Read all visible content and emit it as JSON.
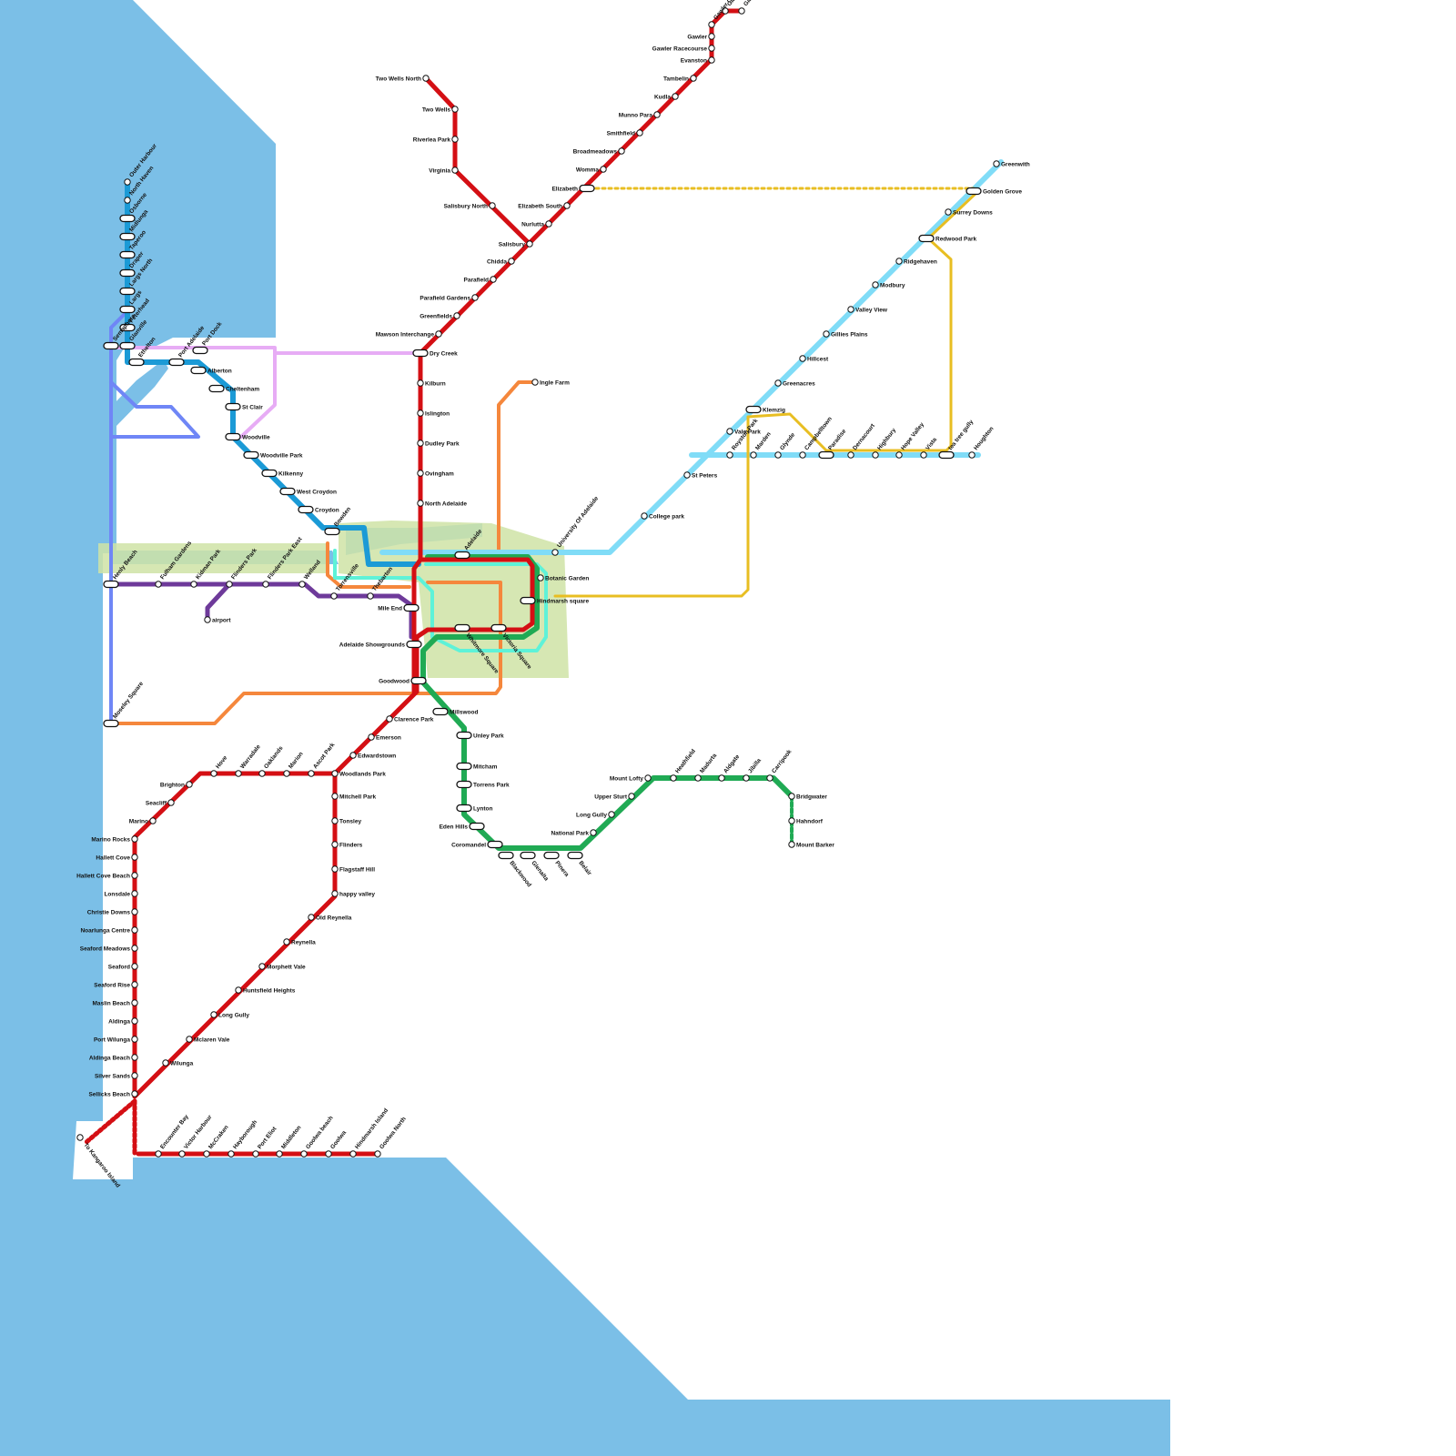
{
  "map": {
    "colors": {
      "water": "#7bbfe7",
      "park": "#cfe3a6",
      "gawler_line": "#d40f14",
      "seaford_line": "#d40f14",
      "outer_harbor_line": "#1b9ad6",
      "semaphore_line": "#6f86f6",
      "grange_line": "#e7acf5",
      "airport_line": "#6e3a9a",
      "obahn_line": "#80dcf7",
      "golden_grove_line": "#e8be22",
      "ingle_farm_line": "#f5873c",
      "belair_line": "#20aa54",
      "city_loop_line": "#5ef2d8",
      "tram_line": "#a74ad0"
    },
    "lines": {
      "gawler": {
        "name": "Gawler",
        "stations": [
          "Gawler East",
          "Gawler Central",
          "Gawler Oval",
          "Gawler",
          "Gawler Racecourse",
          "Evanston",
          "Tambelin",
          "Kudla",
          "Munno Para",
          "Smithfield",
          "Broadmeadows",
          "Womma",
          "Elizabeth",
          "Elizabeth South",
          "Nurlutta",
          "Salisbury",
          "Chidda",
          "Parafield",
          "Parafield Gardens",
          "Greenfields",
          "Mawson Interchange",
          "Dry Creek",
          "Kilburn",
          "Islington",
          "Dudley Park",
          "Ovingham",
          "North Adelaide"
        ]
      },
      "two_wells": {
        "stations": [
          "Two Wells North",
          "Two Wells",
          "Riverlea Park",
          "Virginia",
          "Salisbury North"
        ]
      },
      "outer_harbor": {
        "stations": [
          "Outer Harbour",
          "North Haven",
          "Osborne",
          "Midlunga",
          "Taperoo",
          "Draper",
          "Largs North",
          "Largs",
          "Peterhead",
          "Glanville",
          "Ethelton",
          "Port Adelaide",
          "Port Dock",
          "Alberton",
          "Cheltenham",
          "St Clair",
          "Woodville",
          "Woodville Park",
          "Kilkenny",
          "West Croydon",
          "Croydon",
          "Bowden"
        ]
      },
      "semaphore": {
        "stations": [
          "Semaphore",
          "Henly Beach",
          "Moseley Square"
        ]
      },
      "airport": {
        "stations": [
          "Fulham Gardens",
          "Kidman Park",
          "Flinders Park",
          "Flinders Park East",
          "Welland",
          "Torrensville",
          "Thebarton",
          "Mile End",
          "airport"
        ]
      },
      "obahn": {
        "stations": [
          "University Of Adelaide",
          "College park",
          "St Peters",
          "Vale Park",
          "Klemzig",
          "Greenacres",
          "Hillcest",
          "Gillies Plains",
          "Valley View",
          "Modbury",
          "Ridgehaven",
          "Redwood Park",
          "Surrey Downs",
          "Golden Grove",
          "Greenwith"
        ]
      },
      "east": {
        "stations": [
          "Royston Park",
          "Marden",
          "Glynde",
          "Campbelltown",
          "Paradise",
          "Dernacourt",
          "Highbury",
          "Hope Valley",
          "Vista",
          "tea tree gully",
          "Houghton"
        ]
      },
      "ingle_farm": {
        "stations": [
          "Ingle Farm"
        ]
      },
      "city": {
        "stations": [
          "Adelaide",
          "Botanic Garden",
          "Hindmarsh square",
          "Whitmore Square",
          "Victoria Square",
          "Adelaide Showgrounds",
          "Goodwood"
        ]
      },
      "belair": {
        "stations": [
          "Millswood",
          "Unley Park",
          "Mitcham",
          "Torrens Park",
          "Lynton",
          "Eden Hills",
          "Coromandel",
          "Blackwood",
          "Glenalta",
          "Pinera",
          "Belair",
          "National Park",
          "Long Gully",
          "Upper Sturt",
          "Mount Lofty",
          "Heathfield",
          "Madurta",
          "Aldgate",
          "Jibilla",
          "Carripook",
          "Bridgwater",
          "Hahndorf",
          "Mount Barker"
        ]
      },
      "seaford": {
        "stations": [
          "Clarence Park",
          "Emerson",
          "Edwardstown",
          "Woodlands Park",
          "Ascot Park",
          "Marion",
          "Oaklands",
          "Warradale",
          "Hove",
          "Brighton",
          "Seacliff",
          "Marino",
          "Marino Rocks",
          "Hallett Cove",
          "Hallett Cove Beach",
          "Lonsdale",
          "Christie Downs",
          "Noarlunga Centre",
          "Seaford Meadows",
          "Seaford",
          "Seaford Rise",
          "Maslin Beach",
          "Aldinga",
          "Port Wilunga",
          "Aldinga Beach",
          "Silver Sands",
          "Sellicks Beach"
        ]
      },
      "tonsley": {
        "stations": [
          "Mitchell Park",
          "Tonsley",
          "Flinders",
          "Flagstaff Hill",
          "happy valley",
          "Old Reynella",
          "Reynella",
          "Morphett Vale",
          "Huntsfield Heights",
          "Long Gully",
          "Mclaren Vale",
          "Wilunga"
        ]
      },
      "south_coast": {
        "stations": [
          "Encounter Bay",
          "Victor Harbour",
          "McCraken",
          "Hayborough",
          "Port Eliot",
          "Middleton",
          "Goolwa beach",
          "Goolwa",
          "Hindmarsh Island",
          "Goolwa North",
          "To Kangaroo Island"
        ]
      }
    }
  }
}
